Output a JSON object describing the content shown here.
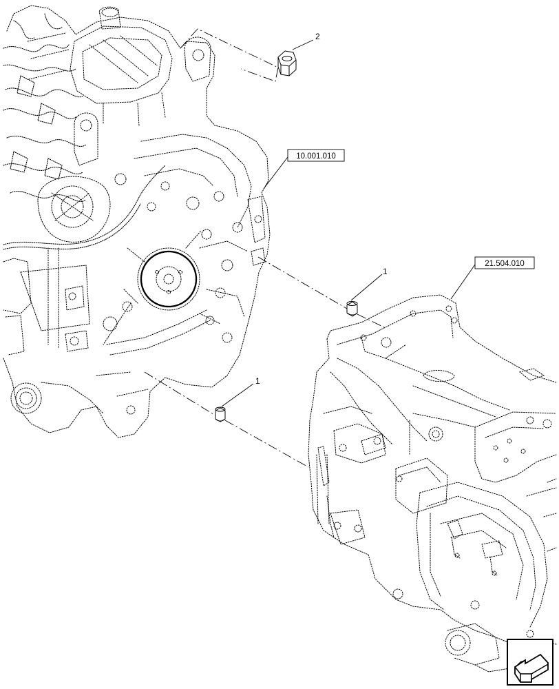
{
  "references": {
    "engine": "10.001.010",
    "transmission": "21.504.010"
  },
  "callouts": {
    "nut": "2",
    "dowel_upper": "1",
    "dowel_lower": "1"
  },
  "icons": {
    "navigation": "arrow-return-icon"
  }
}
